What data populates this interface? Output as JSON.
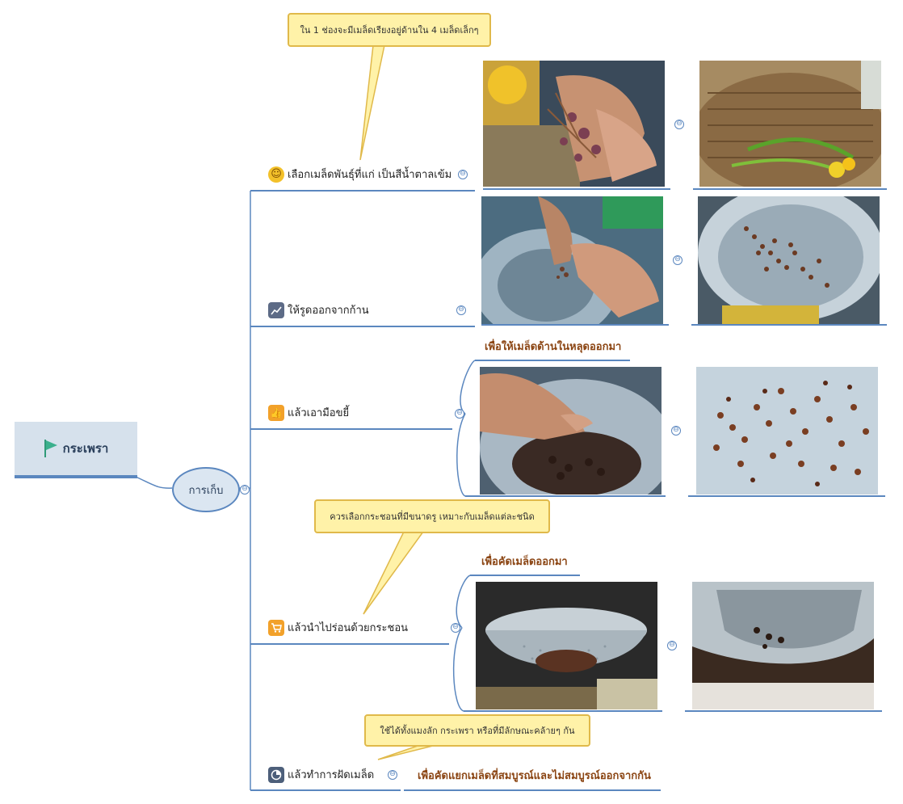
{
  "root": {
    "label": "กระเพรา",
    "icon": "flag-icon"
  },
  "hub": {
    "label": "การเก็บ"
  },
  "steps": [
    {
      "label": "เลือกเมล็ดพันธุ์ที่แก่ เป็นสีน้ำตาลเข้ม",
      "icon": "smiley-icon"
    },
    {
      "label": "ให้รูดออกจากก้าน",
      "icon": "chart-icon"
    },
    {
      "label": "แล้วเอามือขยี้",
      "icon": "thumbs-up-icon",
      "subtitle": "เพื่อให้เมล็ดด้านในหลุดออกมา"
    },
    {
      "label": "แล้วนำไปร่อนด้วยกระชอน",
      "icon": "cart-icon",
      "subtitle": "เพื่อคัดเมล็ดออกมา"
    },
    {
      "label": "แล้วทำการฝัดเมล็ด",
      "icon": "pie-chart-icon",
      "subtitle": "เพื่อคัดแยกเมล็ดที่สมบูรณ์และไม่สมบูรณ์ออกจากกัน"
    }
  ],
  "callouts": [
    "ใน 1 ช่องจะมีเมล็ดเรียงอยู่ด้านใน 4 เมล็ดเล็กๆ",
    "ควรเลือกกระชอนที่มีขนาดรู เหมาะกับเมล็ดแต่ละชนิด",
    "ใช้ได้ทั้งแมงลัก กระเพรา หรือที่มีลักษณะคล้ายๆ กัน"
  ],
  "collapse_glyph": "⊖",
  "colors": {
    "branch": "#5b87bf",
    "note_bg": "#fff2a8",
    "note_border": "#e0b94a",
    "subtitle": "#8b4513"
  }
}
